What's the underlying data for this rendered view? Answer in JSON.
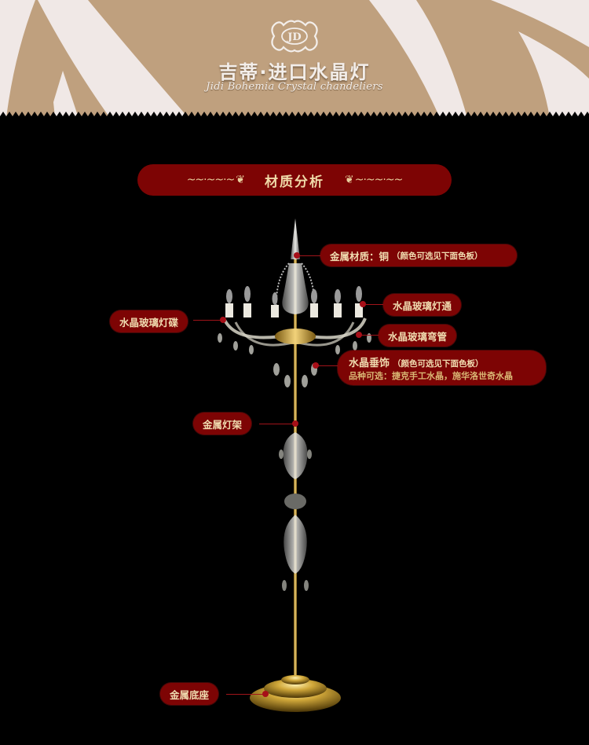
{
  "header": {
    "logo_monogram": "JD",
    "brand_cn": "吉蒂·进口水晶灯",
    "brand_en": "Jidi Bohemia Crystal chandeliers"
  },
  "section": {
    "ornament_left": "~~·~~·~",
    "title": "材质分析",
    "ornament_right": "~·~~·~~"
  },
  "callouts": {
    "metal_material": {
      "label": "金属材质：铜",
      "note": "（颜色可选见下面色板）"
    },
    "crystal_glass_tube": {
      "label": "水晶玻璃灯通"
    },
    "crystal_glass_dish": {
      "label": "水晶玻璃灯碟"
    },
    "crystal_glass_arm": {
      "label": "水晶玻璃弯管"
    },
    "crystal_pendant": {
      "label": "水晶垂饰",
      "note": "（颜色可选见下面色板）",
      "line2": "品种可选：捷克手工水晶，施华洛世奇水晶"
    },
    "metal_frame": {
      "label": "金属灯架"
    },
    "metal_base": {
      "label": "金属底座"
    }
  },
  "colors": {
    "banner_tan": "#bfa07e",
    "banner_stripe": "#f0e8e6",
    "pill_red": "#7d0404",
    "text_gold": "#f0dcb0",
    "leader_red": "#a0141a",
    "brass": "#c9a23a",
    "background": "#000000"
  }
}
